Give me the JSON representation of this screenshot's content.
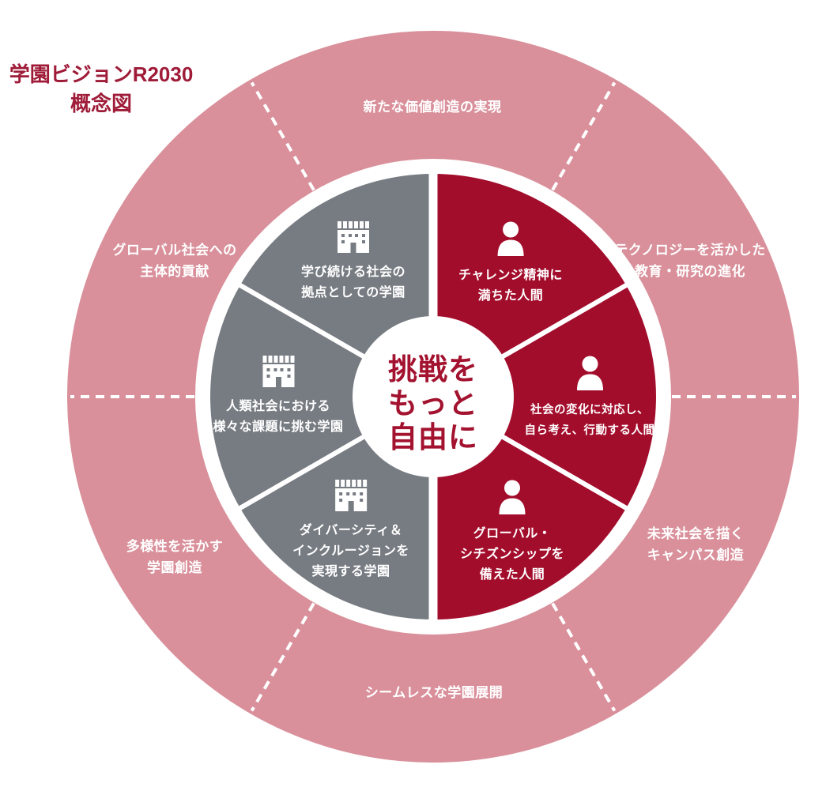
{
  "title": {
    "line1": "学園ビジョンR2030",
    "line2": "概念図"
  },
  "center_slogan": {
    "line1": "挑戦を",
    "line2": "もっと",
    "line3": "自由に"
  },
  "outer_labels": {
    "top": {
      "line1": "新たな価値創造の実現"
    },
    "upper_left": {
      "line1": "グローバル社会への",
      "line2": "主体的貢献"
    },
    "upper_right": {
      "line1": "テクノロジーを活かした",
      "line2": "教育・研究の進化"
    },
    "lower_left": {
      "line1": "多様性を活かす",
      "line2": "学園創造"
    },
    "lower_right": {
      "line1": "未来社会を描く",
      "line2": "キャンパス創造"
    },
    "bottom": {
      "line1": "シームレスな学園展開"
    }
  },
  "segments": {
    "gray_top": {
      "icon": "building-icon",
      "line1": "学び続ける社会の",
      "line2": "拠点としての学園"
    },
    "gray_mid": {
      "icon": "building-icon",
      "line1": "人類社会における",
      "line2": "様々な課題に挑む学園"
    },
    "gray_bottom": {
      "icon": "building-icon",
      "line1": "ダイバーシティ＆",
      "line2": "インクルージョンを",
      "line3": "実現する学園"
    },
    "red_top": {
      "icon": "person-icon",
      "line1": "チャレンジ精神に",
      "line2": "満ちた人間"
    },
    "red_mid": {
      "icon": "person-icon",
      "line1": "社会の変化に対応し、",
      "line2": "自ら考え、行動する人間"
    },
    "red_bottom": {
      "icon": "person-icon",
      "line1": "グローバル・",
      "line2": "シチズンシップを",
      "line3": "備えた人間"
    }
  },
  "colors": {
    "outer_ring": "#d9909b",
    "inner_red": "#a30d2c",
    "inner_gray": "#777c82",
    "title_red": "#9f1b38",
    "center_red": "#a3122f"
  }
}
